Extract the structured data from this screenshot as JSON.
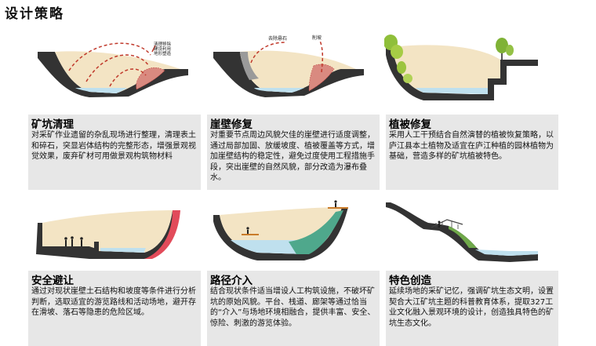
{
  "page_title": "设计策略",
  "panels": [
    {
      "title": "矿坑清理",
      "body": "对采矿作业遗留的杂乱现场进行整理，清理表土和碎石，突显岩体结构的完整形态，增强景观视觉效果，废弃矿材可用做景观构筑物材料"
    },
    {
      "title": "崖壁修复",
      "body": "对重要节点周边风貌欠佳的崖壁进行适度调整，通过局部加固、放缓坡度、植被覆盖等方式，增加崖壁结构的稳定性，避免过度使用工程措施手段，突出崖壁的自然风貌，部分改造为瀑布叠水。"
    },
    {
      "title": "植被修复",
      "body": "采用人工干预结合自然演替的植被恢复策略，以庐江县本土植物及适宜在庐江种植的园林植物为基础，营造多样的矿坑植被特色。"
    },
    {
      "title": "安全避让",
      "body": "通过对现状崖壁土石结构和坡度等条件进行分析判断，选取适宜的游览路线和活动场地，避开存在滑坡、落石等隐患的危险区域。"
    },
    {
      "title": "路径介入",
      "body": "结合现状条件适当增设人工构筑设施，不破坏矿坑的原始风貌。平台、栈道、廊架等通过恰当的“介入”与场地环境相融合，提供丰富、安全、惊险、刺激的游览体验。"
    },
    {
      "title": "特色创造",
      "body": "延续场地的采矿记忆，强调矿坑生态文明，设置契合大江矿坑主题的科普教育体系，提取327工业文化融入景观环境的设计，创造独具特色的矿坑生态文化。"
    }
  ],
  "annotations": {
    "clear": [
      "清理移除",
      "建设利用",
      "地形塑造"
    ],
    "remove_rock": "去除悬石",
    "cut_slope": "削坡"
  }
}
